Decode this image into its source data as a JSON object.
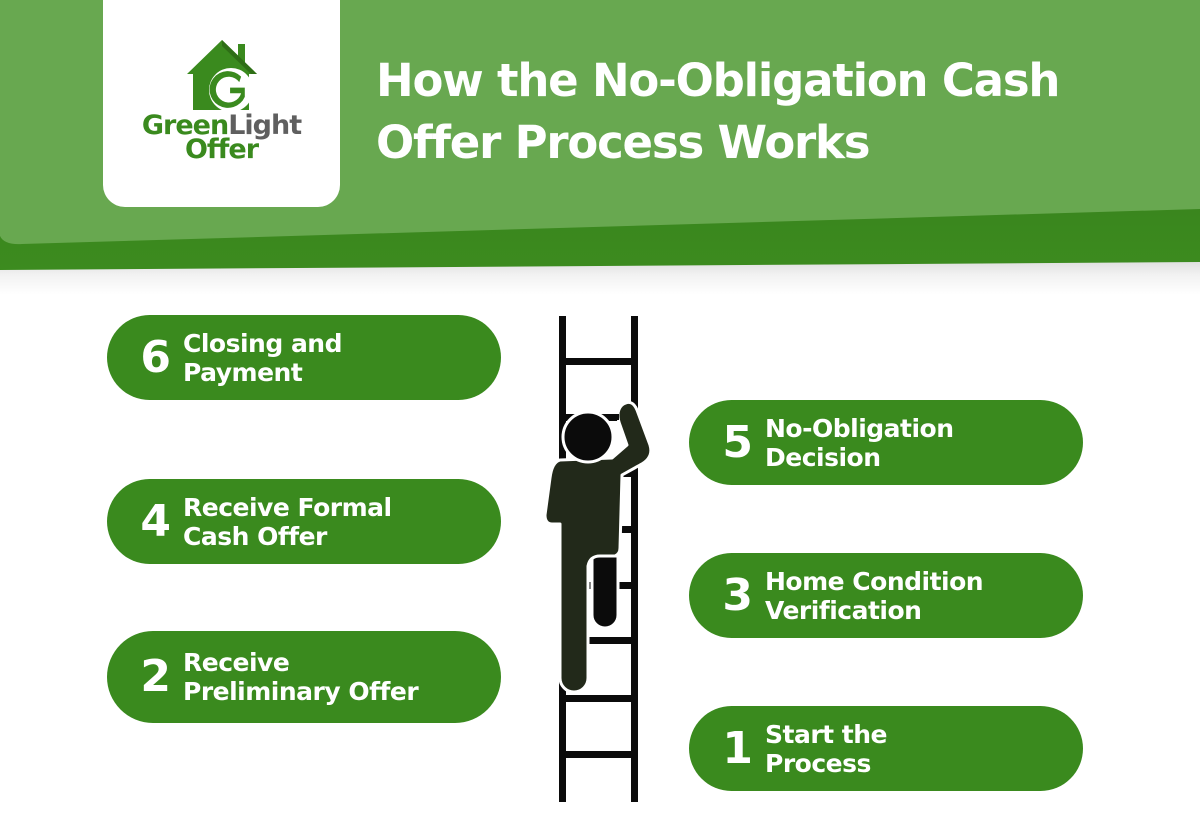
{
  "header": {
    "title_line1": "How the No-Obligation Cash",
    "title_line2": "Offer Process Works",
    "colors": {
      "band_light": "#68a850",
      "band_dark": "#3a8a1e",
      "title_text": "#ffffff"
    }
  },
  "logo": {
    "icon": "house-g-icon",
    "word_green": "Green",
    "word_gray": "Light",
    "word_line2": "Offer",
    "colors": {
      "green": "#3a8a1e",
      "gray": "#5f5f5f"
    }
  },
  "illustration": {
    "icon": "person-climbing-ladder-icon",
    "colors": {
      "ladder": "#0b0b0b",
      "figure_body": "#22291a",
      "figure_head": "#0b0b0b"
    }
  },
  "steps": [
    {
      "number": "1",
      "line1": "Start the",
      "line2": "Process"
    },
    {
      "number": "2",
      "line1": "Receive",
      "line2": "Preliminary Offer"
    },
    {
      "number": "3",
      "line1": "Home Condition",
      "line2": "Verification"
    },
    {
      "number": "4",
      "line1": "Receive Formal",
      "line2": "Cash Offer"
    },
    {
      "number": "5",
      "line1": "No-Obligation",
      "line2": "Decision"
    },
    {
      "number": "6",
      "line1": "Closing and",
      "line2": "Payment"
    }
  ],
  "step_color": "#3a8a1e"
}
